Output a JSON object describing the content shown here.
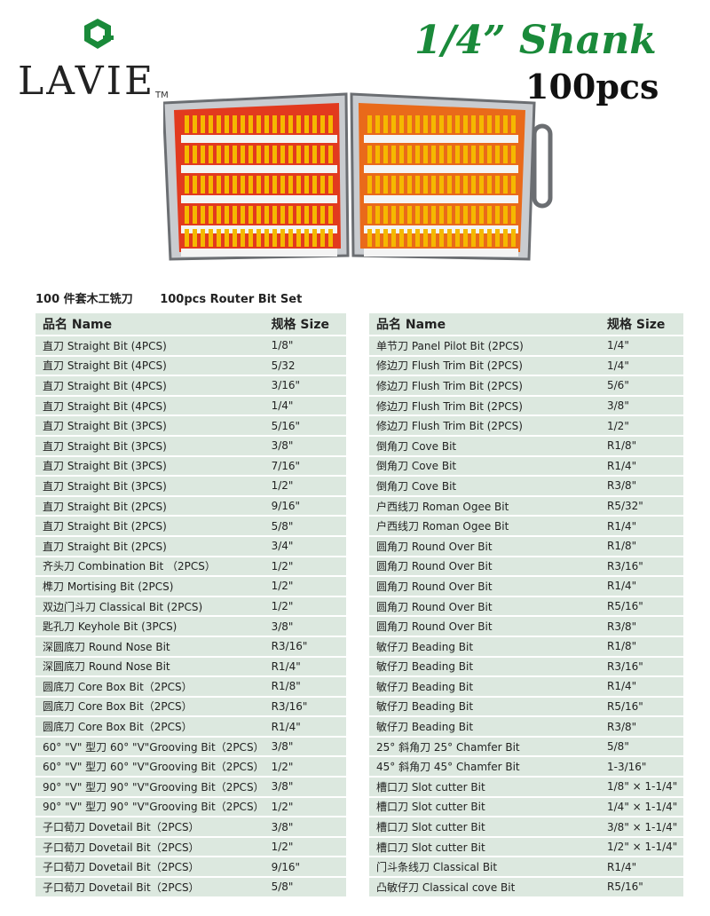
{
  "brand": {
    "name": "LAVIE",
    "tm": "TM"
  },
  "headline": {
    "shank": "1/4” Shank",
    "count": "100pcs"
  },
  "set_title": {
    "cn": "100 件套木工铣刀",
    "en": "100pcs Router Bit Set"
  },
  "columns": {
    "name": "品名 Name",
    "size": "规格 Size"
  },
  "left_rows": [
    {
      "name": "直刀 Straight Bit (4PCS)",
      "size": "1/8\""
    },
    {
      "name": "直刀 Straight Bit (4PCS)",
      "size": "5/32"
    },
    {
      "name": "直刀 Straight Bit (4PCS)",
      "size": "3/16\""
    },
    {
      "name": "直刀 Straight Bit (4PCS)",
      "size": "1/4\""
    },
    {
      "name": "直刀 Straight Bit (3PCS)",
      "size": "5/16\""
    },
    {
      "name": "直刀 Straight Bit (3PCS)",
      "size": "3/8\""
    },
    {
      "name": "直刀 Straight Bit (3PCS)",
      "size": "7/16\""
    },
    {
      "name": "直刀 Straight Bit (3PCS)",
      "size": "1/2\""
    },
    {
      "name": "直刀 Straight Bit (2PCS)",
      "size": "9/16\""
    },
    {
      "name": "直刀 Straight Bit (2PCS)",
      "size": "5/8\""
    },
    {
      "name": "直刀 Straight Bit (2PCS)",
      "size": "3/4\""
    },
    {
      "name": "齐头刀 Combination Bit （2PCS）",
      "size": "1/2\""
    },
    {
      "name": "榫刀 Mortising Bit (2PCS)",
      "size": "1/2\""
    },
    {
      "name": "双边门斗刀 Classical Bit (2PCS)",
      "size": "1/2\""
    },
    {
      "name": "匙孔刀 Keyhole Bit (3PCS)",
      "size": "3/8\""
    },
    {
      "name": "深圆底刀 Round Nose Bit",
      "size": "R3/16\""
    },
    {
      "name": "深圆底刀 Round Nose Bit",
      "size": "R1/4\""
    },
    {
      "name": "圆底刀 Core Box Bit（2PCS）",
      "size": "R1/8\""
    },
    {
      "name": "圆底刀 Core Box Bit（2PCS）",
      "size": "R3/16\""
    },
    {
      "name": "圆底刀 Core Box Bit（2PCS）",
      "size": "R1/4\""
    },
    {
      "name": "60°  \"V\" 型刀 60°  \"V\"Grooving Bit（2PCS）",
      "size": "3/8\""
    },
    {
      "name": "60°  \"V\" 型刀 60°  \"V\"Grooving Bit（2PCS）",
      "size": "1/2\""
    },
    {
      "name": "90°  \"V\" 型刀 90°  \"V\"Grooving Bit（2PCS）",
      "size": "3/8\""
    },
    {
      "name": "90°  \"V\" 型刀 90°  \"V\"Grooving Bit（2PCS）",
      "size": "1/2\""
    },
    {
      "name": "子口荀刀 Dovetail Bit（2PCS）",
      "size": "3/8\""
    },
    {
      "name": "子口荀刀 Dovetail Bit（2PCS）",
      "size": "1/2\""
    },
    {
      "name": "子口荀刀 Dovetail Bit（2PCS）",
      "size": "9/16\""
    },
    {
      "name": "子口荀刀 Dovetail Bit（2PCS）",
      "size": "5/8\""
    }
  ],
  "right_rows": [
    {
      "name": "单节刀 Panel Pilot Bit (2PCS)",
      "size": "1/4\""
    },
    {
      "name": "修边刀 Flush Trim Bit (2PCS)",
      "size": "1/4\""
    },
    {
      "name": "修边刀 Flush Trim Bit (2PCS)",
      "size": "5/6\""
    },
    {
      "name": "修边刀 Flush Trim Bit (2PCS)",
      "size": "3/8\""
    },
    {
      "name": "修边刀 Flush Trim Bit (2PCS)",
      "size": "1/2\""
    },
    {
      "name": "倒角刀 Cove Bit",
      "size": "R1/8\""
    },
    {
      "name": "倒角刀 Cove Bit",
      "size": "R1/4\""
    },
    {
      "name": "倒角刀 Cove Bit",
      "size": "R3/8\""
    },
    {
      "name": "户西线刀 Roman Ogee Bit",
      "size": "R5/32\""
    },
    {
      "name": "户西线刀 Roman Ogee Bit",
      "size": "R1/4\""
    },
    {
      "name": "圆角刀 Round Over Bit",
      "size": "R1/8\""
    },
    {
      "name": "圆角刀 Round Over Bit",
      "size": "R3/16\""
    },
    {
      "name": "圆角刀 Round Over Bit",
      "size": "R1/4\""
    },
    {
      "name": "圆角刀 Round Over Bit",
      "size": "R5/16\""
    },
    {
      "name": "圆角刀 Round Over Bit",
      "size": "R3/8\""
    },
    {
      "name": "敏仔刀 Beading Bit",
      "size": "R1/8\""
    },
    {
      "name": "敏仔刀 Beading Bit",
      "size": "R3/16\""
    },
    {
      "name": "敏仔刀 Beading Bit",
      "size": "R1/4\""
    },
    {
      "name": "敏仔刀 Beading Bit",
      "size": "R5/16\""
    },
    {
      "name": "敏仔刀 Beading Bit",
      "size": "R3/8\""
    },
    {
      "name": "25°  斜角刀 25°   Chamfer Bit",
      "size": "5/8\""
    },
    {
      "name": "45°  斜角刀 45°   Chamfer Bit",
      "size": "1-3/16\""
    },
    {
      "name": "槽口刀 Slot cutter Bit",
      "size": "1/8\" × 1-1/4\""
    },
    {
      "name": "槽口刀 Slot cutter Bit",
      "size": "1/4\" × 1-1/4\""
    },
    {
      "name": "槽口刀 Slot cutter Bit",
      "size": "3/8\" × 1-1/4\""
    },
    {
      "name": "槽口刀 Slot cutter Bit",
      "size": "1/2\" × 1-1/4\""
    },
    {
      "name": "门斗条线刀 Classical Bit",
      "size": "R1/4\""
    },
    {
      "name": "凸敏仔刀 Classical cove Bit",
      "size": "R5/16\""
    }
  ],
  "colors": {
    "headline_green": "#1a8a3a",
    "table_bg": "#dce8df",
    "case_red": "#e23a1e",
    "bit_yellow": "#f5b800"
  }
}
